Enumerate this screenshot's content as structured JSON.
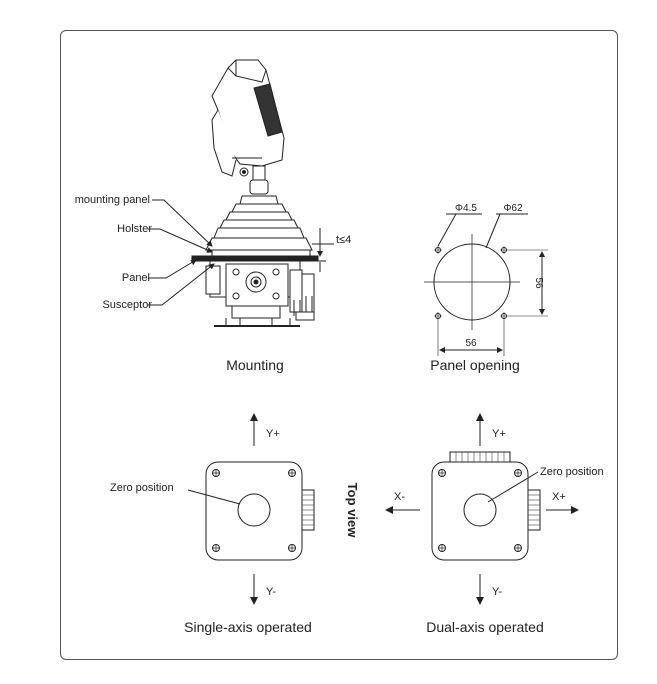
{
  "mounting": {
    "callouts": {
      "mounting_panel": "mounting panel",
      "holster": "Holster",
      "panel": "Panel",
      "susceptor": "Susceptor"
    },
    "thickness": "t≤4",
    "caption": "Mounting"
  },
  "panel_opening": {
    "hole_dia": "Φ4.5",
    "opening_dia": "Φ62",
    "spacing_v": "56",
    "spacing_h": "56",
    "caption": "Panel opening"
  },
  "top_view_label": "Top view",
  "single_axis": {
    "y_plus": "Y+",
    "y_minus": "Y-",
    "zero_position": "Zero position",
    "caption": "Single-axis operated"
  },
  "dual_axis": {
    "y_plus": "Y+",
    "y_minus": "Y-",
    "x_minus": "X-",
    "x_plus": "X+",
    "zero_position": "Zero position",
    "caption": "Dual-axis operated"
  }
}
